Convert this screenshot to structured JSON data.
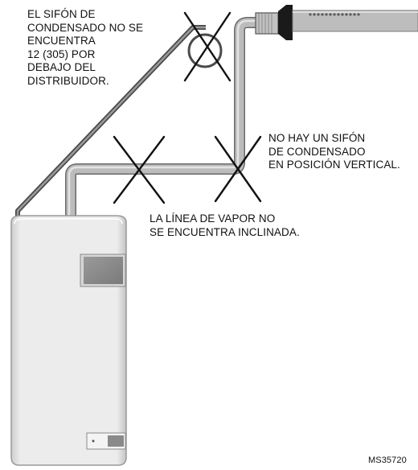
{
  "notes": {
    "trap_below_distributor": [
      "EL SIFÓN DE",
      "CONDENSADO NO SE",
      "ENCUENTRA",
      "12 (305) POR",
      "DEBAJO DEL",
      "DISTRIBUIDOR."
    ],
    "no_vertical_trap": [
      "NO HAY UN SIFÓN",
      "DE CONDENSADO",
      "EN POSICIÓN VERTICAL."
    ],
    "steam_line_not_sloped": [
      "LA LÍNEA DE VAPOR NO",
      "SE ENCUENTRA INCLINADA."
    ]
  },
  "figure_id": "MS35720",
  "icons": [
    "x-mark-icon",
    "x-mark-icon",
    "x-mark-icon",
    "x-mark-icon"
  ],
  "colors": {
    "pipe": "#b4b4b4",
    "pipe_edge": "#6a6a6a",
    "mark": "#111111",
    "unit_body": "#e6e6e6",
    "unit_panel": "#8c8c8c"
  }
}
